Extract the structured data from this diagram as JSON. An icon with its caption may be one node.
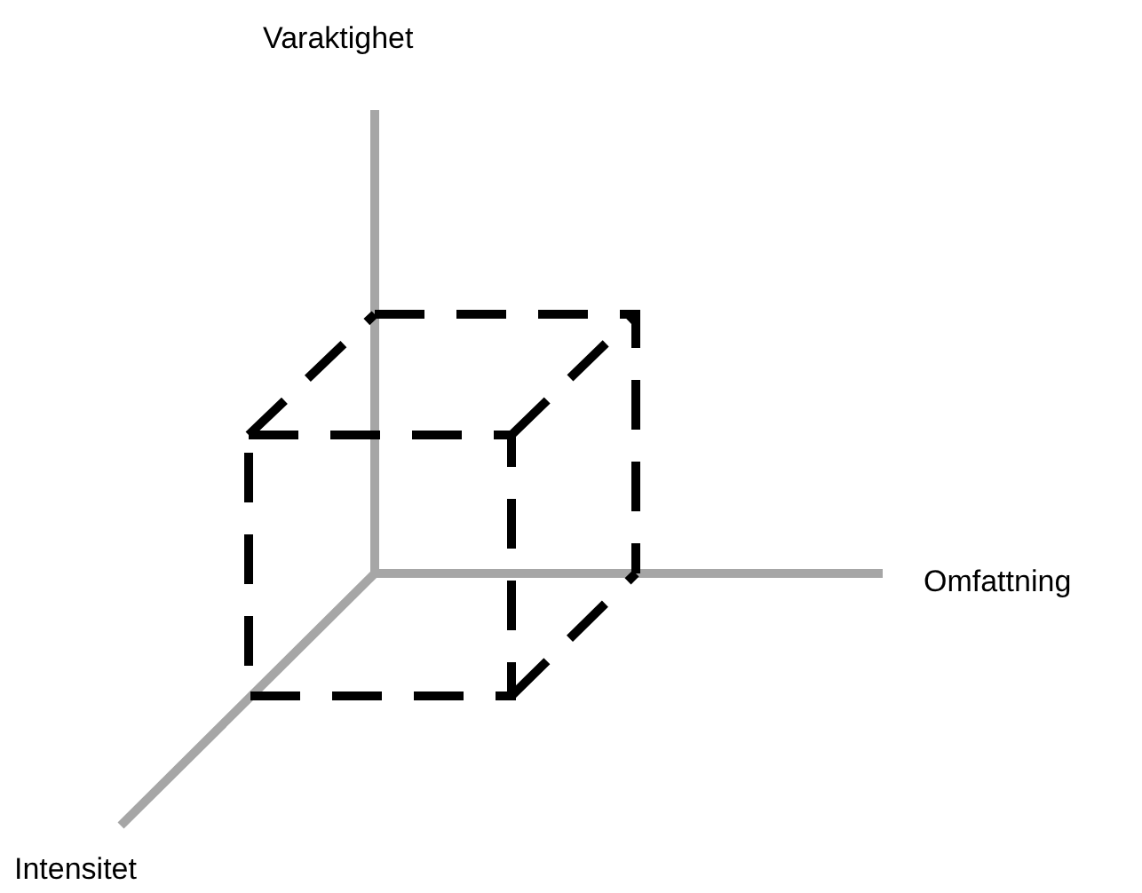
{
  "diagram": {
    "labels": [
      "Varaktighet",
      "Omfattning",
      "Intensitet"
    ]
  }
}
